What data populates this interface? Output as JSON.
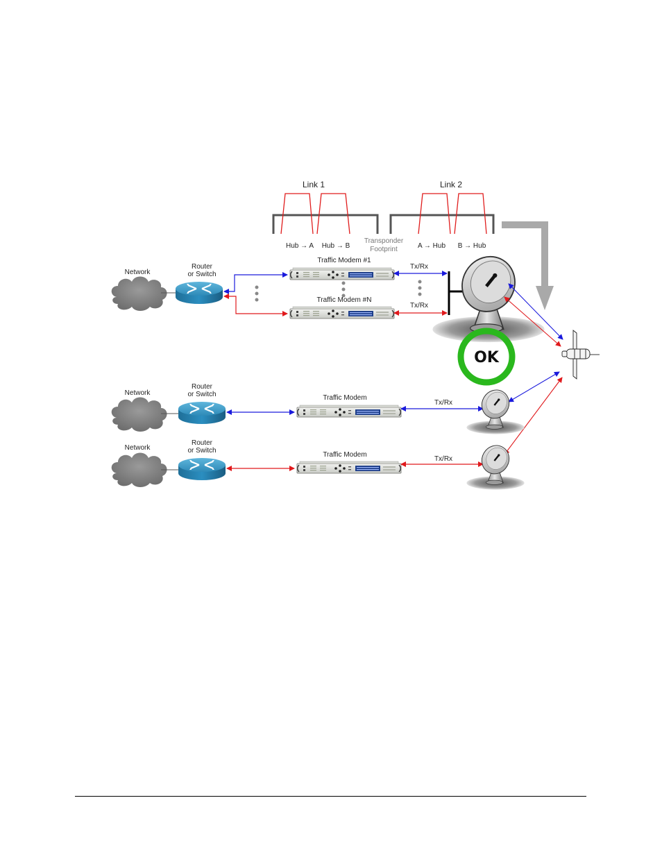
{
  "diagram": {
    "spectrum": {
      "link1_label": "Link 1",
      "link2_label": "Link 2",
      "carriers": [
        "Hub → A",
        "Hub → B",
        "A → Hub",
        "B → Hub"
      ],
      "footprint_label_line1": "Transponder",
      "footprint_label_line2": "Footprint"
    },
    "hub_site": {
      "network_label": "Network",
      "router_label_line1": "Router",
      "router_label_line2": "or Switch",
      "modem_top_label": "Traffic Modem #1",
      "modem_bottom_label": "Traffic Modem #N",
      "txrx_top": "Tx/Rx",
      "txrx_bottom": "Tx/Rx"
    },
    "status_badge": "OK",
    "remote_a": {
      "network_label": "Network",
      "router_label_line1": "Router",
      "router_label_line2": "or Switch",
      "modem_label": "Traffic Modem",
      "txrx": "Tx/Rx",
      "color": "#1a1adc"
    },
    "remote_b": {
      "network_label": "Network",
      "router_label_line1": "Router",
      "router_label_line2": "or Switch",
      "modem_label": "Traffic Modem",
      "txrx": "Tx/Rx",
      "color": "#e0191c"
    },
    "colors": {
      "link_blue": "#1a1adc",
      "link_red": "#e0191c",
      "carrier_red": "#e01c1c",
      "footprint_gray": "#555555",
      "ok_green": "#2ab81d"
    }
  }
}
